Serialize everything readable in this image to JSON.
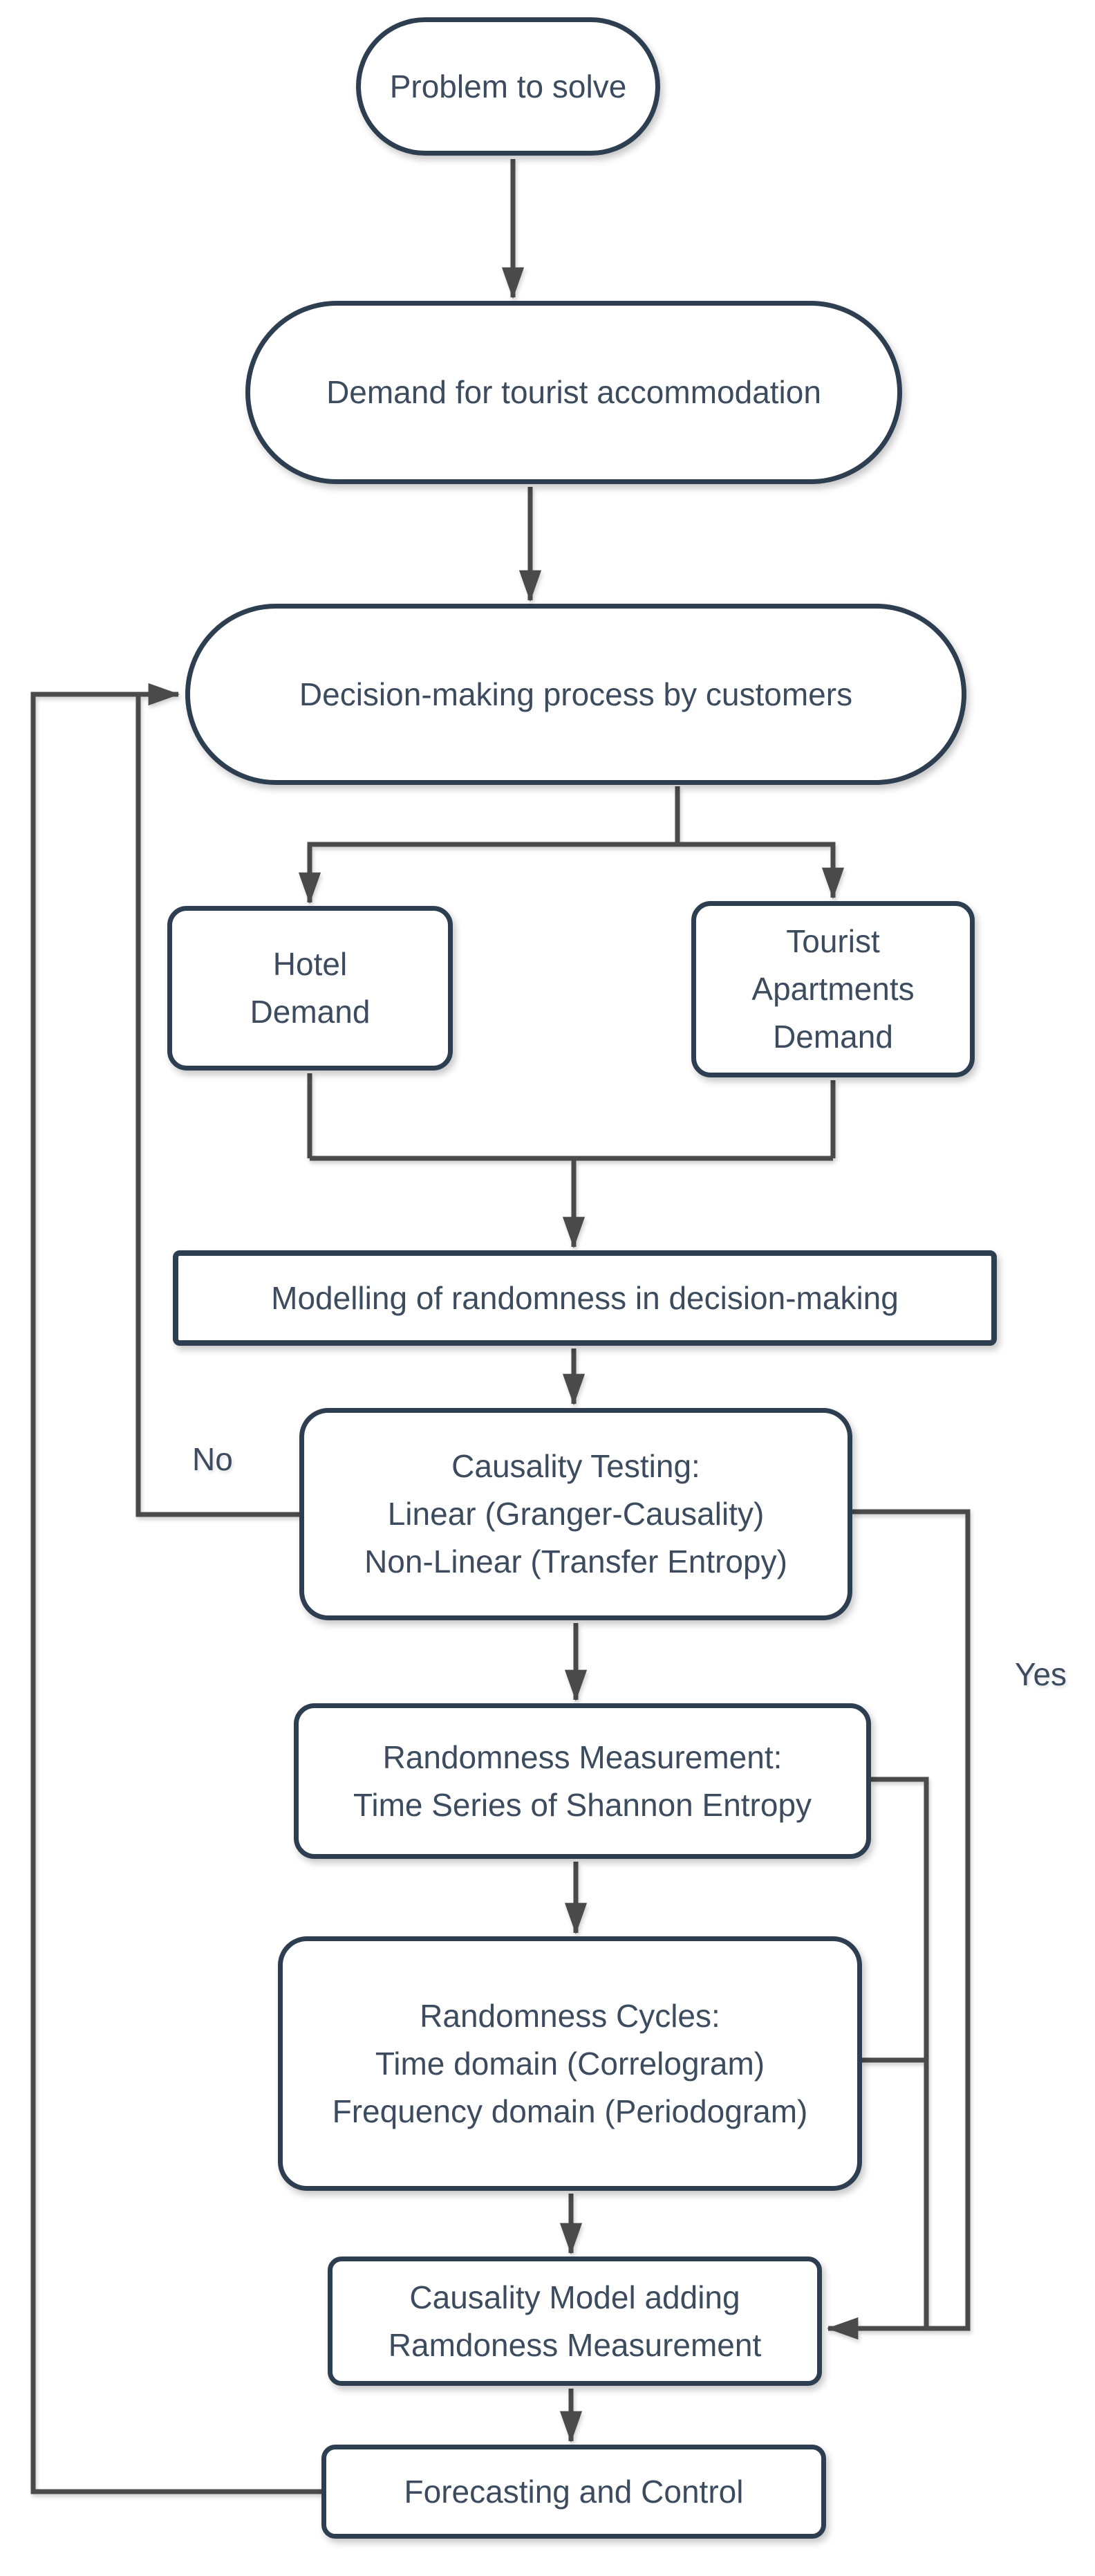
{
  "diagram": {
    "nodes": {
      "problem": {
        "label": "Problem to solve",
        "shape": "stadium"
      },
      "demand": {
        "label": "Demand for tourist accommodation",
        "shape": "stadium"
      },
      "decision": {
        "label": "Decision-making process by customers",
        "shape": "stadium"
      },
      "hotel": {
        "label": "Hotel\nDemand",
        "shape": "rounded-rect"
      },
      "tourist": {
        "label": "Tourist\nApartments\nDemand",
        "shape": "rounded-rect"
      },
      "modelling": {
        "label": "Modelling of randomness in decision-making",
        "shape": "rect"
      },
      "causality_testing": {
        "label": "Causality Testing:\nLinear (Granger-Causality)\nNon-Linear (Transfer Entropy)",
        "shape": "rounded-rect"
      },
      "randomness_measurement": {
        "label": "Randomness Measurement:\nTime Series of Shannon Entropy",
        "shape": "rounded-rect"
      },
      "randomness_cycles": {
        "label": "Randomness Cycles:\nTime domain (Correlogram)\nFrequency domain (Periodogram)",
        "shape": "rounded-rect"
      },
      "causality_model": {
        "label": "Causality Model adding\nRamdoness Measurement",
        "shape": "rounded-rect"
      },
      "forecasting": {
        "label": "Forecasting and Control",
        "shape": "rounded-rect"
      }
    },
    "edge_labels": {
      "no": "No",
      "yes": "Yes"
    },
    "colors": {
      "shape_border": "#2c3e50",
      "connector": "#4a4a4a",
      "text": "#3c4c5e",
      "background": "#ffffff"
    }
  }
}
